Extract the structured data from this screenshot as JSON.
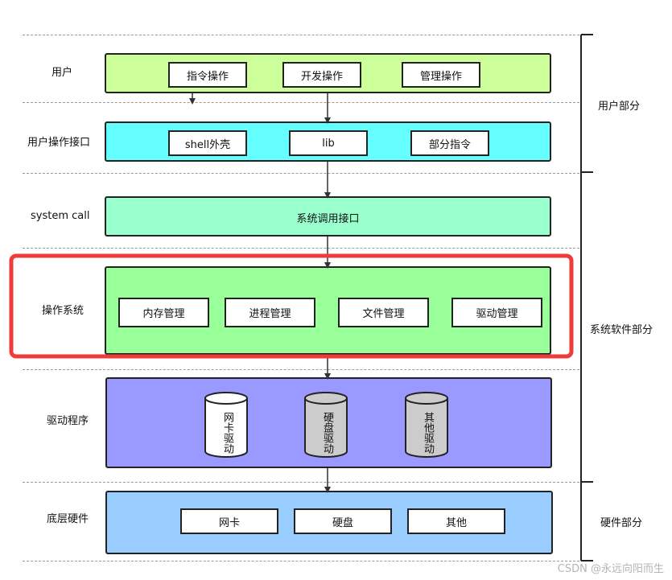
{
  "layers": {
    "user": {
      "label": "用户",
      "color": "#ccff99",
      "boxes": [
        "指令操作",
        "开发操作",
        "管理操作"
      ]
    },
    "user_interface": {
      "label": "用户操作接口",
      "color": "#66ffff",
      "boxes": [
        "shell外壳",
        "lib",
        "部分指令"
      ]
    },
    "system_call": {
      "label": "system call",
      "color": "#99ffcc",
      "text": "系统调用接口"
    },
    "os": {
      "label": "操作系统",
      "color": "#99ff99",
      "boxes": [
        "内存管理",
        "进程管理",
        "文件管理",
        "驱动管理"
      ]
    },
    "driver": {
      "label": "驱动程序",
      "color": "#9999ff",
      "cylinders": [
        {
          "text": "网卡驱动",
          "fill": "#ffffff"
        },
        {
          "text": "硬盘驱动",
          "fill": "#cccccc"
        },
        {
          "text": "其他驱动",
          "fill": "#cccccc"
        }
      ]
    },
    "hardware": {
      "label": "底层硬件",
      "color": "#99ccff",
      "boxes": [
        "网卡",
        "硬盘",
        "其他"
      ]
    }
  },
  "right_labels": {
    "user_part": "用户部分",
    "system_software_part": "系统软件部分",
    "hardware_part": "硬件部分"
  },
  "highlight_color": "#ee3b3b",
  "watermark": "CSDN @永远向阳而生"
}
